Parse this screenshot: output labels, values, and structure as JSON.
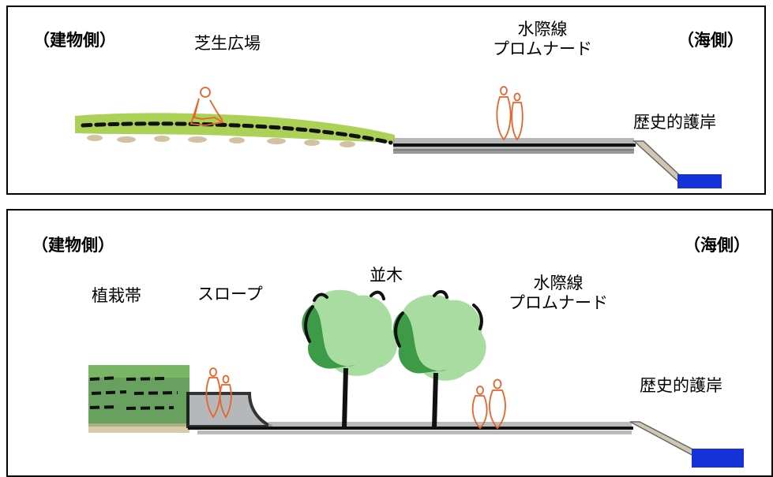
{
  "top_panel": {
    "side_left": "（建物側）",
    "side_right": "（海側）",
    "lawn_plaza": "芝生広場",
    "waterfront_line1": "水際線",
    "waterfront_line2": "プロムナード",
    "historic_seawall": "歴史的護岸"
  },
  "bottom_panel": {
    "side_left": "（建物側）",
    "side_right": "（海側）",
    "planting_strip": "植栽帯",
    "slope": "スロープ",
    "row_trees": "並木",
    "waterfront_line1": "水際線",
    "waterfront_line2": "プロムナード",
    "historic_seawall": "歴史的護岸"
  },
  "colors": {
    "lawn_green": "#9cc93a",
    "soil_tan": "#c8b48a",
    "pavement_gray": "#a9acae",
    "tree_dark": "#3d9a47",
    "tree_light": "#a8dca0",
    "figure_orange": "#e8632a",
    "water_blue": "#1432d8",
    "ground_line": "#111111"
  }
}
